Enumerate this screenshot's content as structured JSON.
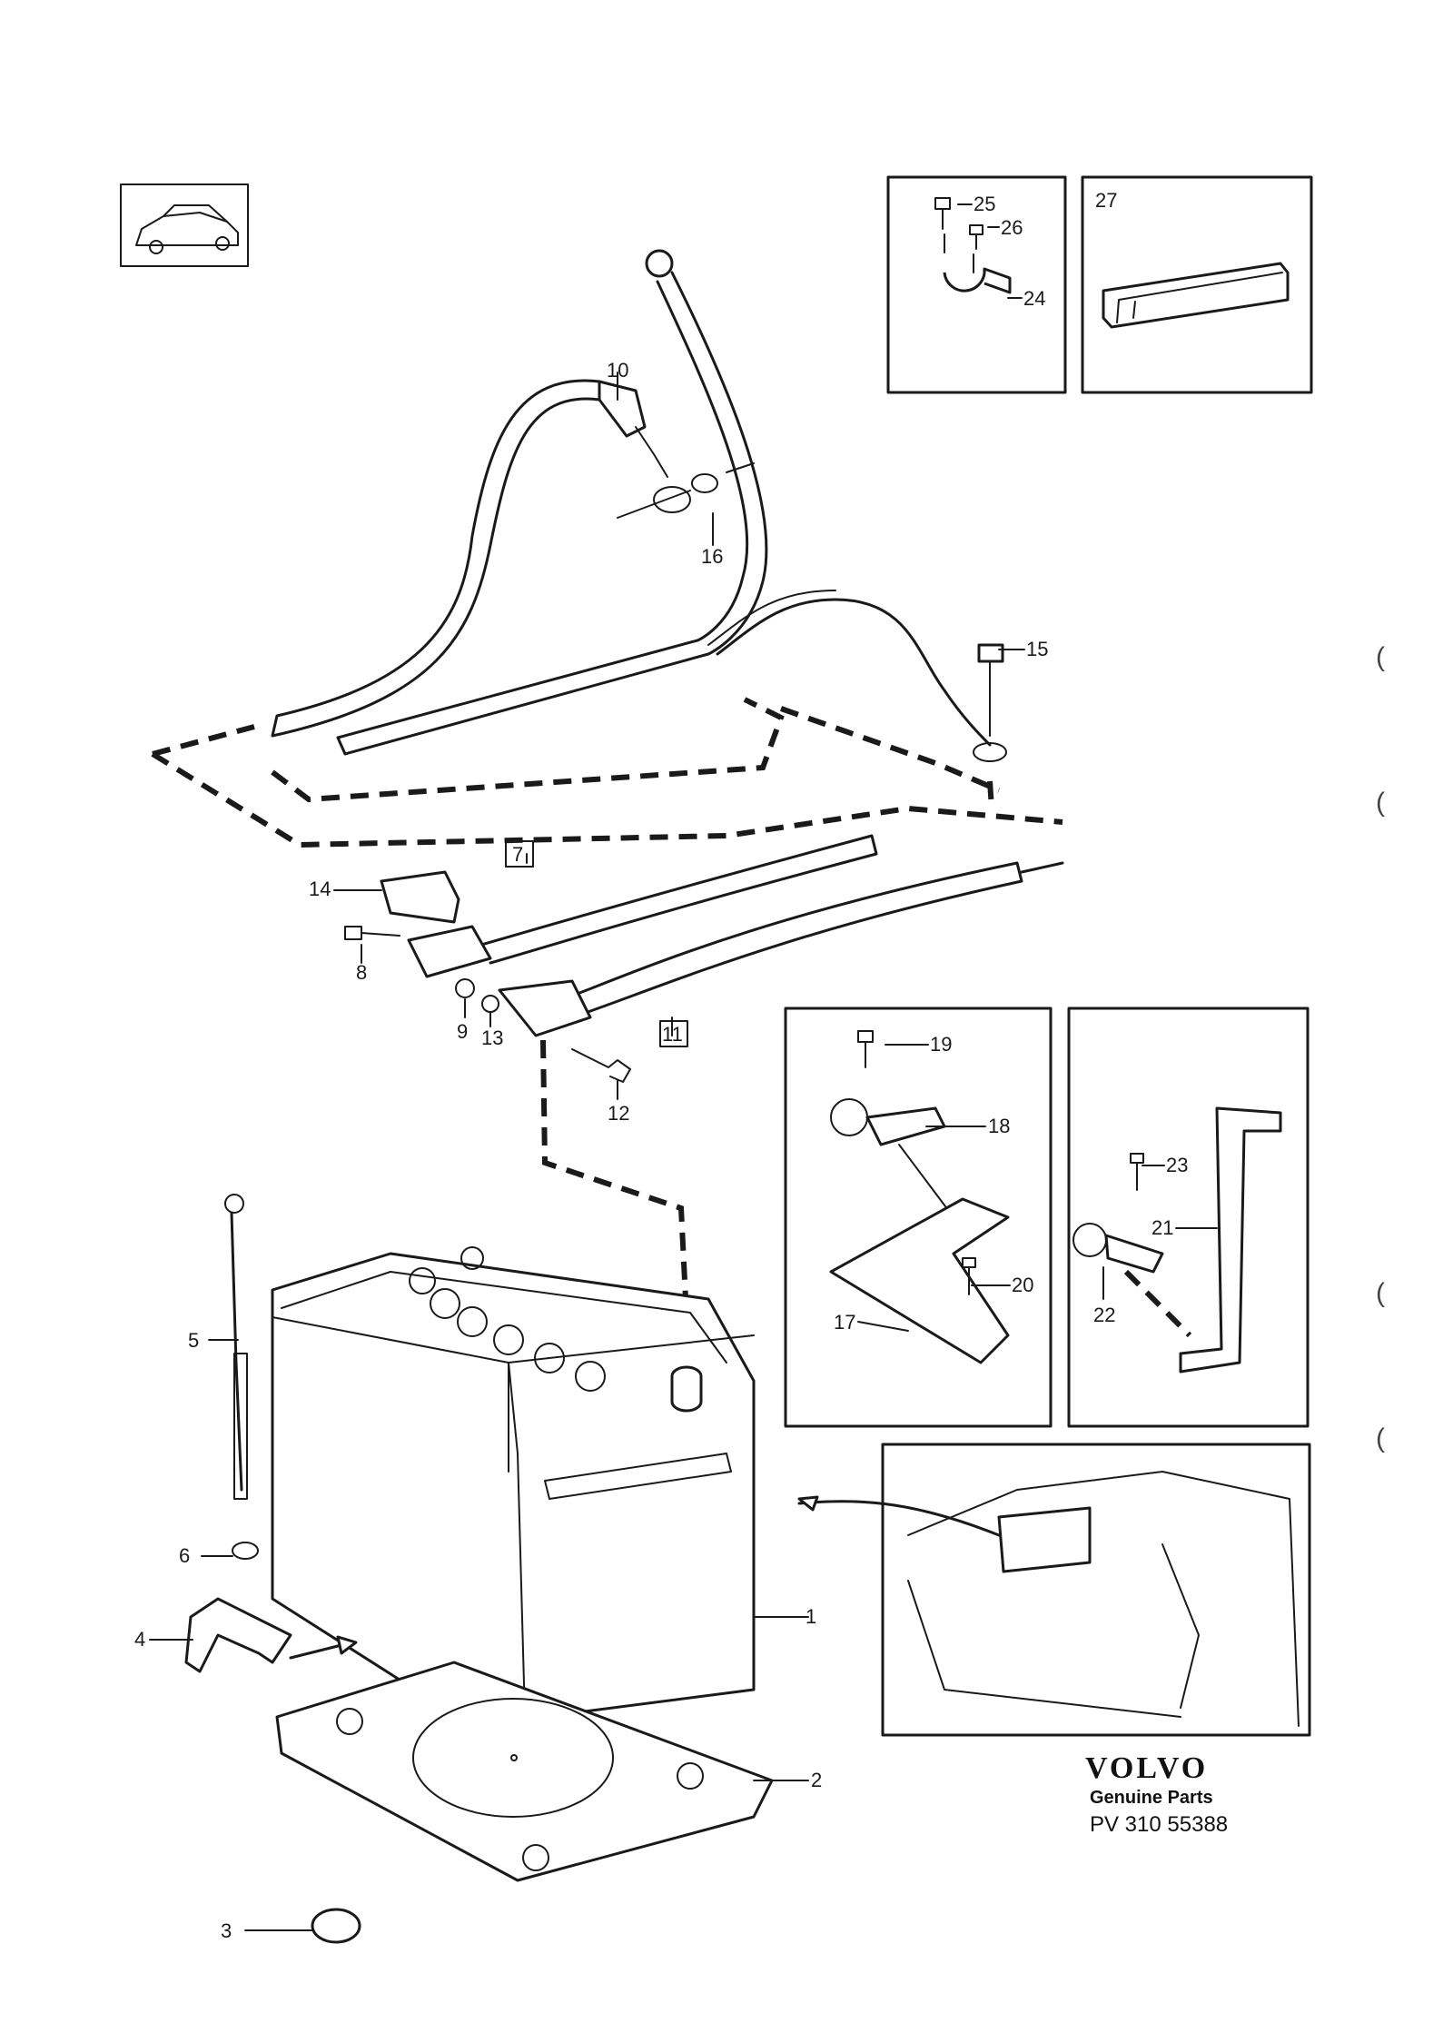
{
  "callouts": {
    "c1": "1",
    "c2": "2",
    "c3": "3",
    "c4": "4",
    "c5": "5",
    "c6": "6",
    "c7": "7",
    "c8": "8",
    "c9": "9",
    "c10": "10",
    "c11": "11",
    "c12": "12",
    "c13": "13",
    "c14": "14",
    "c15": "15",
    "c16": "16",
    "c17": "17",
    "c18": "18",
    "c19": "19",
    "c20": "20",
    "c21": "21",
    "c22": "22",
    "c23": "23",
    "c24": "24",
    "c25": "25",
    "c26": "26",
    "c27": "27"
  },
  "footer": {
    "brand": "VOLVO",
    "subtitle": "Genuine Parts",
    "reference": "PV 310 55388"
  },
  "margin_marks": [
    "(",
    "(",
    "(",
    "("
  ]
}
